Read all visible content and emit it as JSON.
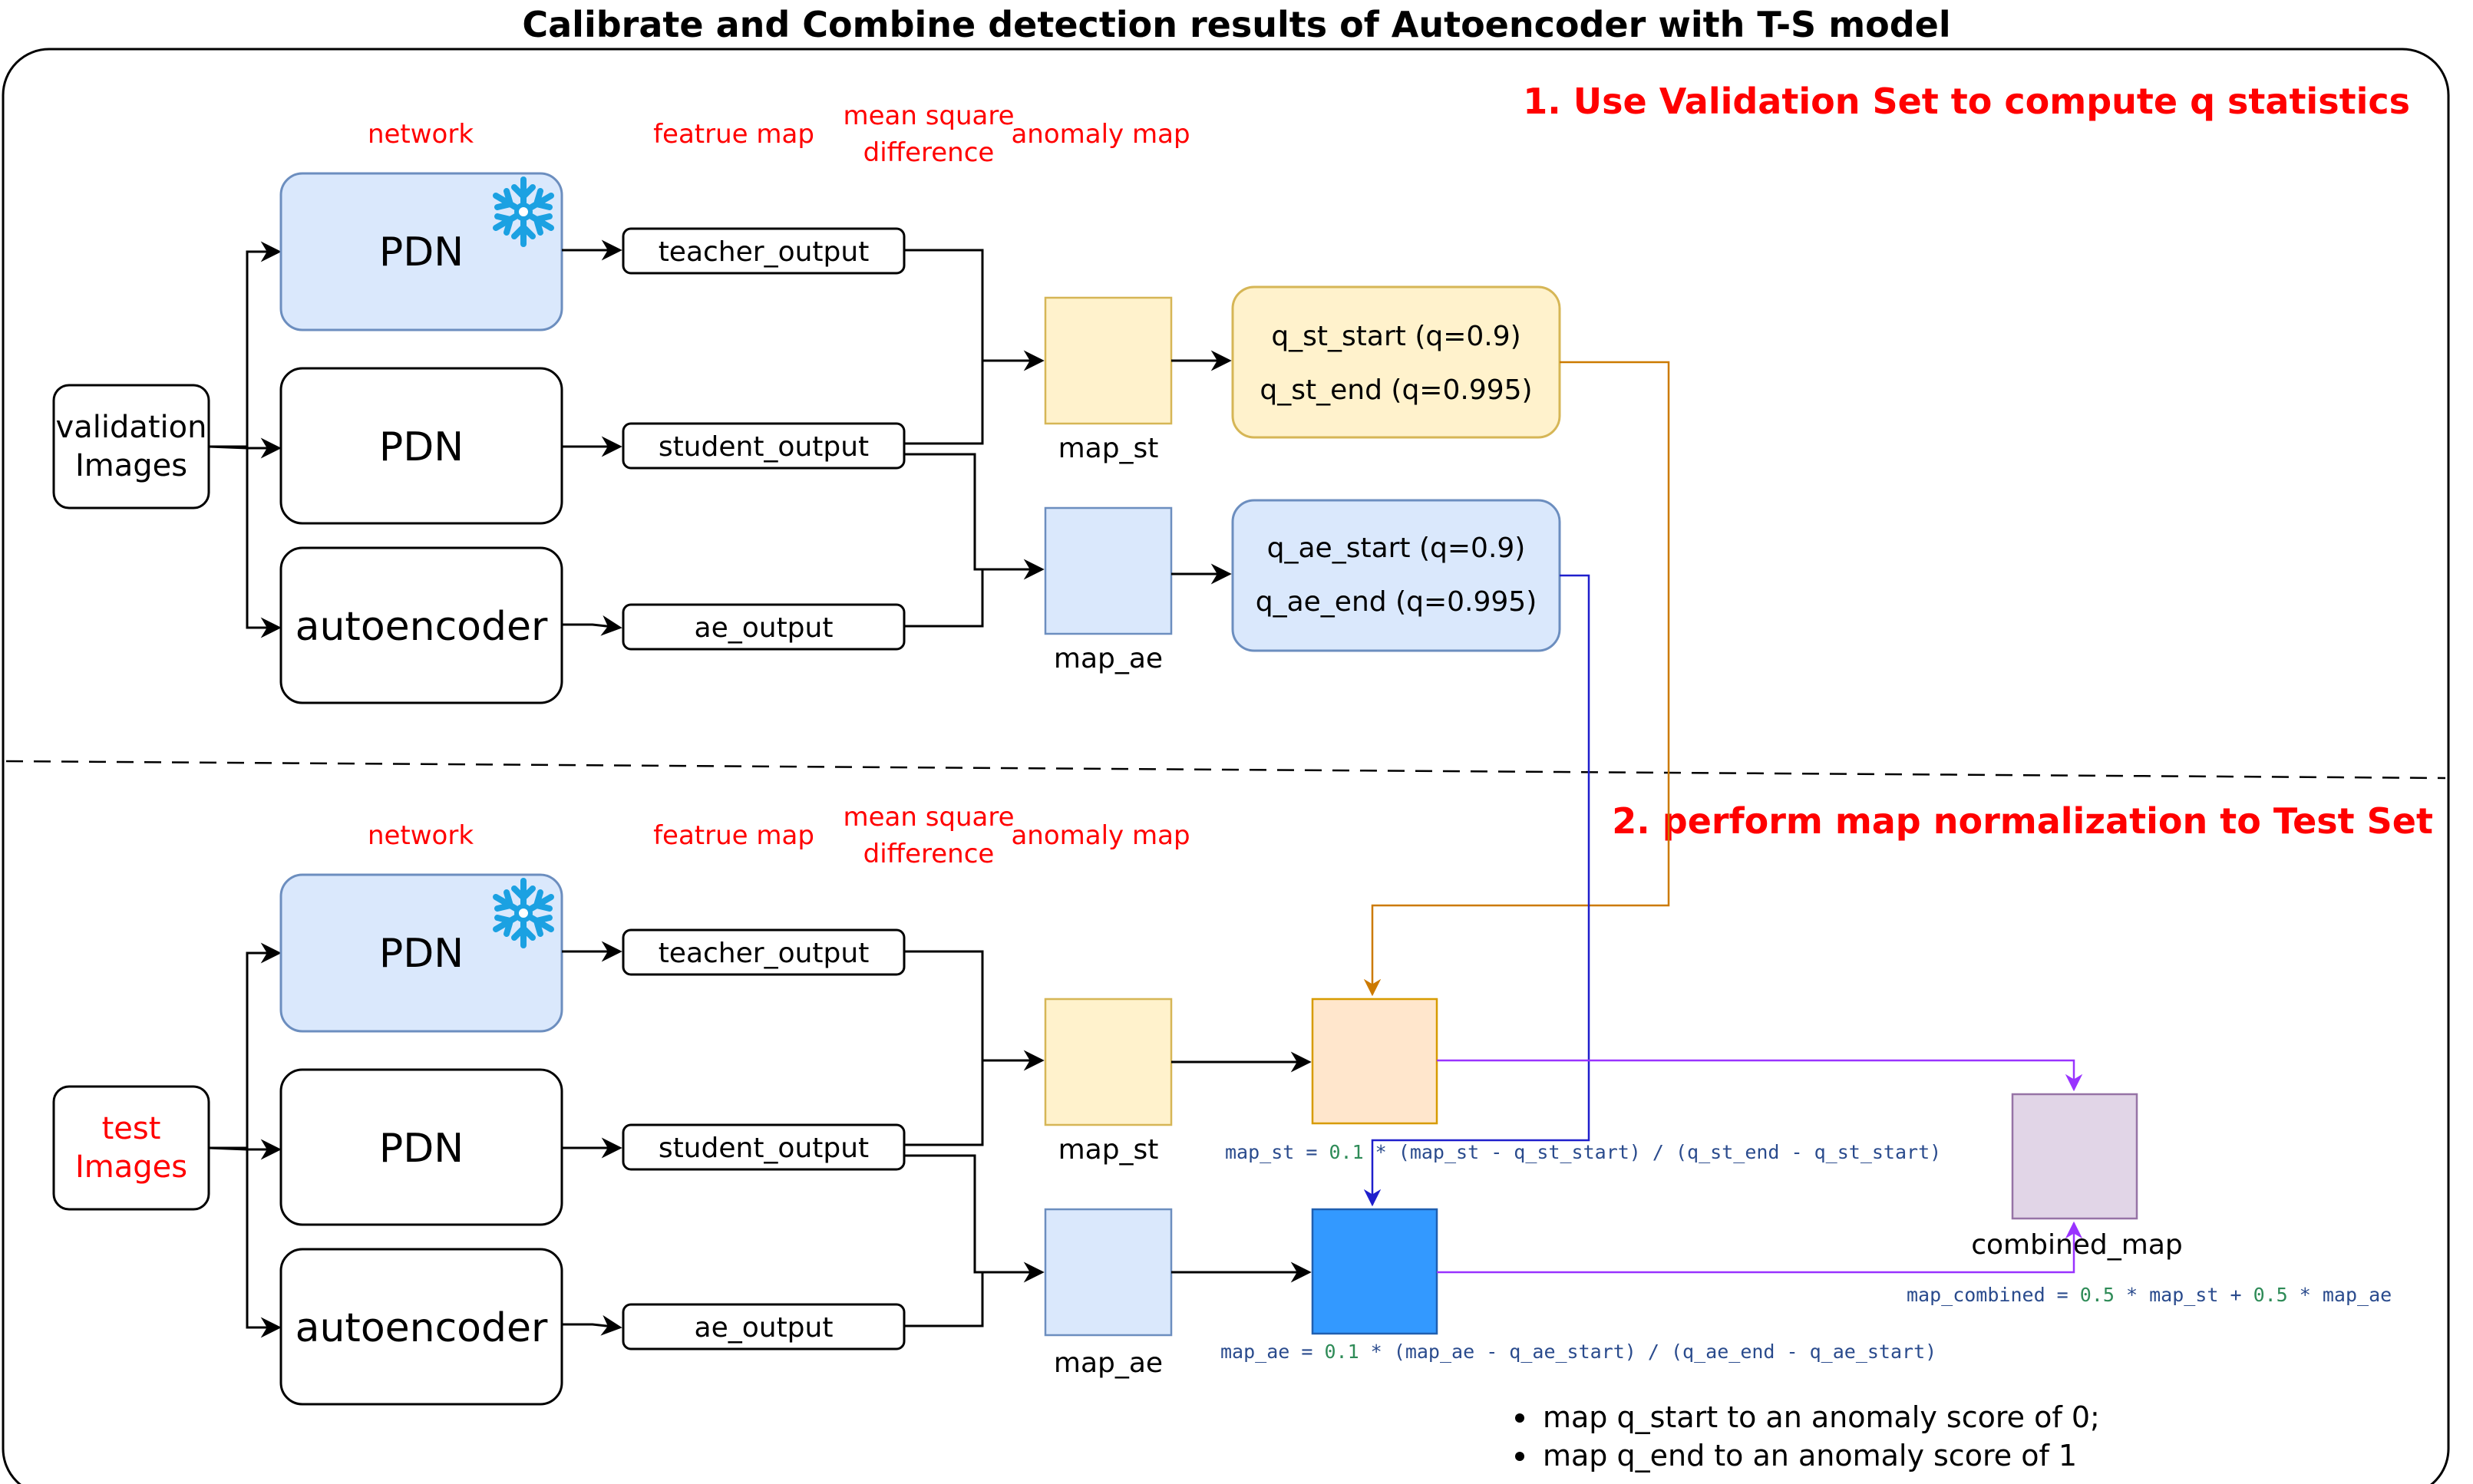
{
  "title": "Calibrate and Combine detection results of Autoencoder with T-S model",
  "step1": "1. Use Validation Set to compute q statistics",
  "step2": "2. perform map normalization to Test Set",
  "col_headers": {
    "network": "network",
    "feature_map": "featrue map",
    "msd_line1": "mean square",
    "msd_line2": "difference",
    "anomaly_map": "anomaly map"
  },
  "validation": {
    "input_line1": "validation",
    "input_line2": "Images",
    "teacher_net": "PDN",
    "student_net": "PDN",
    "ae_net": "autoencoder",
    "teacher_out": "teacher_output",
    "student_out": "student_output",
    "ae_out": "ae_output",
    "map_st": "map_st",
    "map_ae": "map_ae",
    "q_st_start": "q_st_start (q=0.9)",
    "q_st_end": "q_st_end (q=0.995)",
    "q_ae_start": "q_ae_start (q=0.9)",
    "q_ae_end": "q_ae_end (q=0.995)"
  },
  "test": {
    "input_line1": "test",
    "input_line2": "Images",
    "teacher_net": "PDN",
    "student_net": "PDN",
    "ae_net": "autoencoder",
    "teacher_out": "teacher_output",
    "student_out": "student_output",
    "ae_out": "ae_output",
    "map_st": "map_st",
    "map_ae": "map_ae",
    "combined": "combined_map"
  },
  "formulas": {
    "st": {
      "lhs": "map_st ",
      "eq": "= ",
      "num": "0.1",
      "rest": " * (map_st - q_st_start) / (q_st_end - q_st_start)"
    },
    "ae": {
      "lhs": "map_ae ",
      "eq": "= ",
      "num": "0.1",
      "rest": " * (map_ae - q_ae_start) / (q_ae_end - q_ae_start)"
    },
    "combined": {
      "lhs": "map_combined ",
      "eq": "= ",
      "n1": "0.5",
      "mid": " * map_st + ",
      "n2": "0.5",
      "rest": " * map_ae"
    }
  },
  "notes": [
    "map q_start to an anomaly score of 0;",
    "map q_end to an  anomaly score of 1"
  ],
  "icons": {
    "frozen": "snowflake-icon"
  },
  "colors": {
    "red": "#ff0000",
    "pdn_fill": "#dae8fc",
    "pdn_stroke": "#6c8ebf",
    "yellow_fill": "#fff2cc",
    "yellow_stroke": "#d6b656",
    "orange_fill": "#ffe6cc",
    "orange_stroke": "#d79b00",
    "blue_solid": "#3399ff",
    "purple_fill": "#e1d5e7",
    "purple_stroke": "#9673a6",
    "snow": "#1ba1e2",
    "orange_line": "#cc7a00",
    "blue_line": "#1f1fcc",
    "purple_line": "#9933ff",
    "formula_blue": "#2a4b8d",
    "formula_green": "#2e8b57"
  }
}
